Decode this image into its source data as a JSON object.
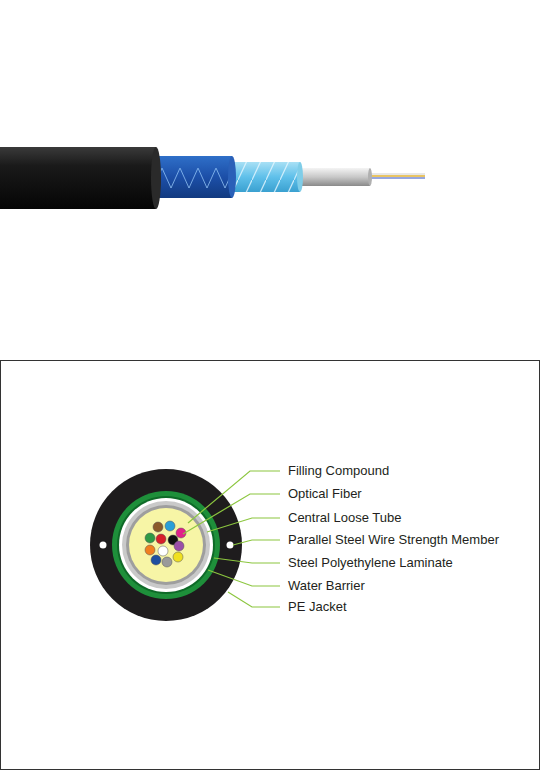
{
  "diagram": {
    "labels": [
      "Filling Compound",
      "Optical Fiber",
      "Central Loose Tube",
      "Parallel Steel Wire Strength Member",
      "Steel Polyethylene Laminate",
      "Water Barrier",
      "PE Jacket"
    ]
  }
}
